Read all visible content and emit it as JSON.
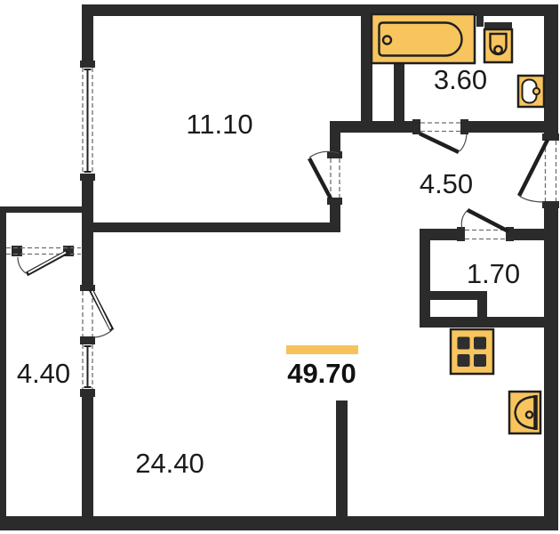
{
  "plan_type": "apartment-floor-plan",
  "total_area": "49.70",
  "rooms": {
    "living": {
      "area": "11.10"
    },
    "bathroom": {
      "area": "3.60"
    },
    "hallway": {
      "area": "4.50"
    },
    "storage": {
      "area": "1.70"
    },
    "balcony": {
      "area": "4.40"
    },
    "kitchen_living": {
      "area": "24.40"
    }
  },
  "fixtures": {
    "bathtub": "bathtub",
    "toilet": "toilet",
    "bathroom_sink": "sink",
    "kitchen_sink": "sink",
    "stove": "stove"
  },
  "colors": {
    "wall": "#2B2B2B",
    "fixture_fill": "#F7C45E",
    "accent_bar": "#F5C25C",
    "background": "#FFFFFF",
    "text": "#1B1B1B"
  }
}
